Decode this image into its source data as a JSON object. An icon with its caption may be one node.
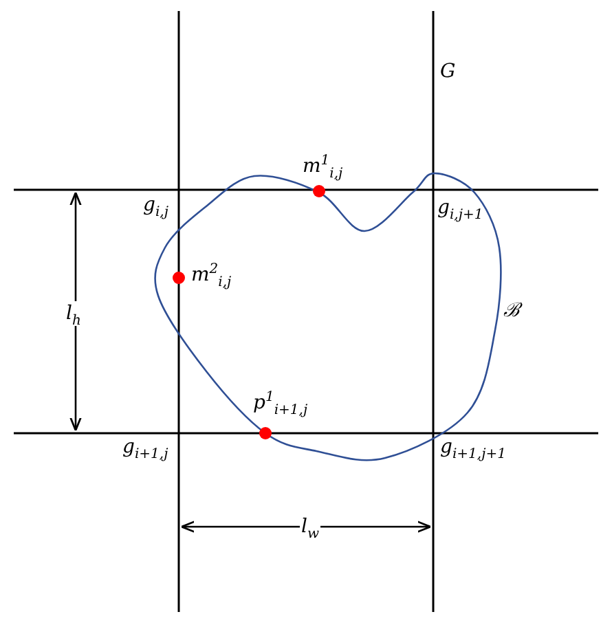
{
  "diagram": {
    "labels": [
      "G",
      "m$^{1}$$_{i,j}$",
      "g$_{i,j}$",
      "g$_{i,j+1}$",
      "m$^{2}$$_{i,j}$",
      "l$_{h}$",
      "ℬ",
      "p$^{1}$$_{i+1,j}$",
      "g$_{i+1,j}$",
      "g$_{i+1,j+1}$",
      "l$_{w}$"
    ]
  }
}
